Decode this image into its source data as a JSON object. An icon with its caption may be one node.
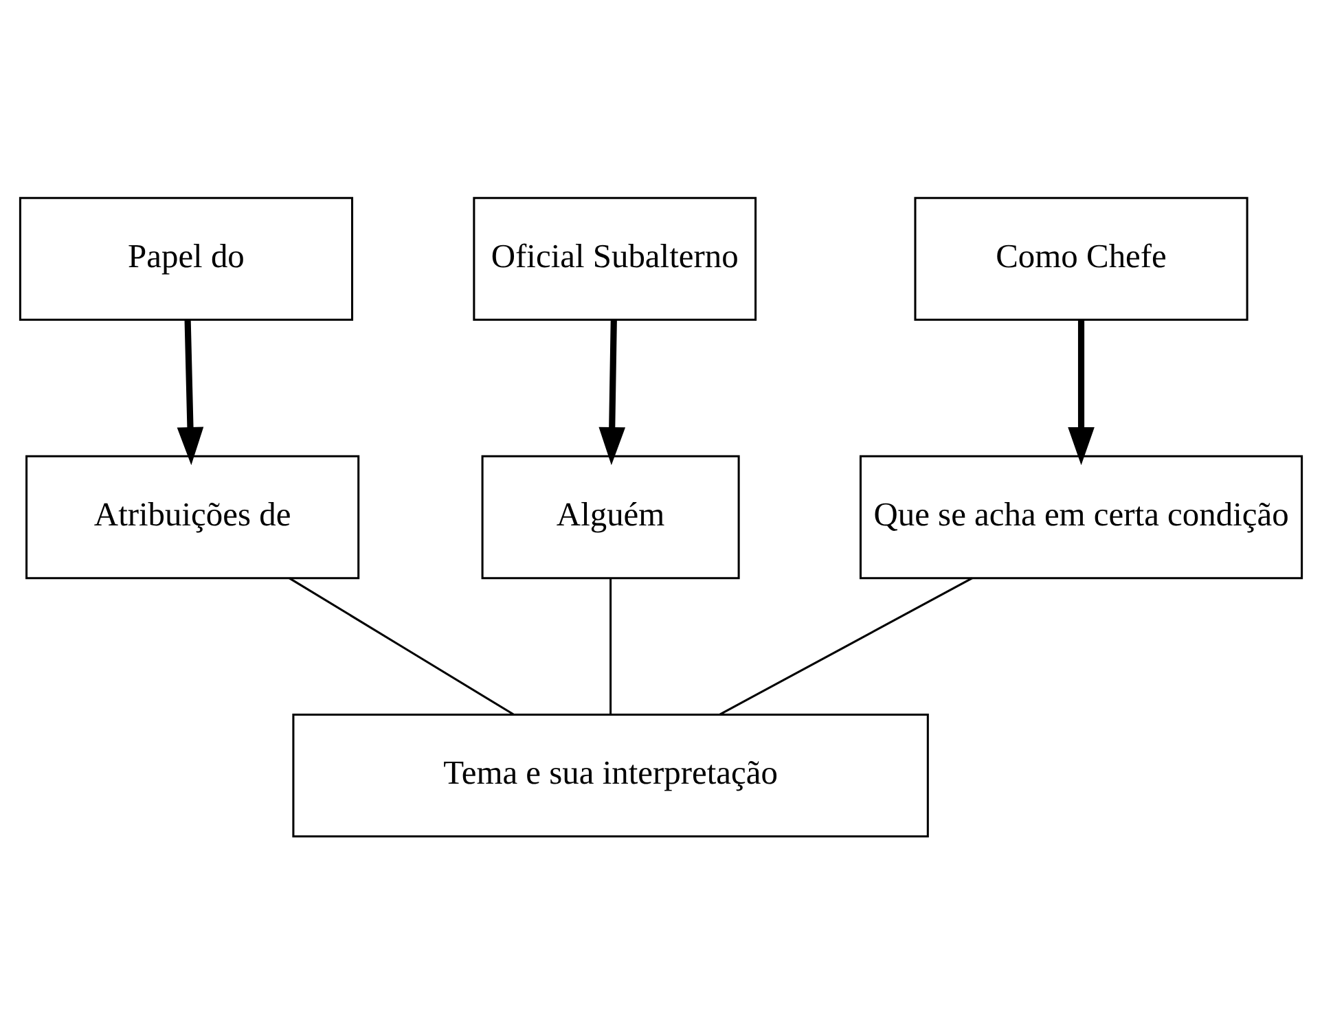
{
  "diagram": {
    "nodes": [
      {
        "text": [
          "Papel do"
        ]
      },
      {
        "text": [
          "Oficial Subalterno"
        ]
      },
      {
        "text": [
          "Como Chefe"
        ]
      },
      {
        "text": [
          "Atribuições de"
        ]
      },
      {
        "text": [
          "Alguém"
        ]
      },
      {
        "text": [
          "Que se acha em certa condição"
        ]
      },
      {
        "text": [
          "Tema e sua interpretação"
        ]
      }
    ],
    "edges": [
      {
        "from": 0,
        "to": 3,
        "arrow": "to",
        "style": "thick"
      },
      {
        "from": 1,
        "to": 4,
        "arrow": "to",
        "style": "thick"
      },
      {
        "from": 2,
        "to": 5,
        "arrow": "to",
        "style": "thick"
      },
      {
        "from": 3,
        "to": 6,
        "arrow": "none"
      },
      {
        "from": 4,
        "to": 6,
        "arrow": "none"
      },
      {
        "from": 5,
        "to": 6,
        "arrow": "none"
      }
    ]
  }
}
